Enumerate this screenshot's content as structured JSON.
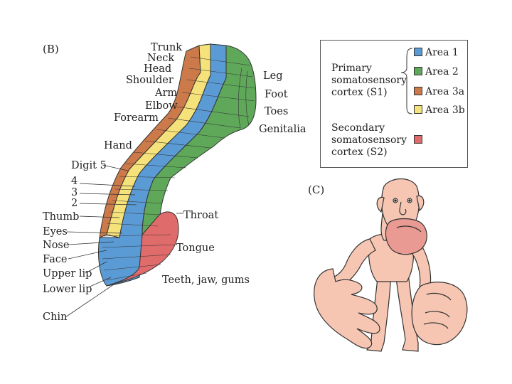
{
  "panels": {
    "b": "(B)",
    "c": "(C)"
  },
  "labels_left": [
    "Trunk",
    "Neck",
    "Head",
    "Shoulder",
    "Arm",
    "Elbow",
    "Forearm",
    "Hand",
    "Digit 5",
    "4",
    "3",
    "2",
    "Thumb",
    "Eyes",
    "Nose",
    "Face",
    "Upper lip",
    "Lower lip",
    "Chin"
  ],
  "labels_right": [
    "Leg",
    "Foot",
    "Toes",
    "Genitalia",
    "Throat",
    "Tongue",
    "Teeth, jaw, gums"
  ],
  "legend": {
    "primary": [
      "Primary",
      "somatosensory",
      "cortex (S1)"
    ],
    "secondary": [
      "Secondary",
      "somatosensory",
      "cortex (S2)"
    ],
    "areas": [
      "Area 1",
      "Area 2",
      "Area 3a",
      "Area 3b"
    ]
  },
  "colors": {
    "area_1": "#5b9bd5",
    "area_2": "#5fa85a",
    "area_3a": "#cd7a4a",
    "area_3b": "#f6e27a",
    "s2": "#e06b6b",
    "skin": "#f6c6b2"
  }
}
